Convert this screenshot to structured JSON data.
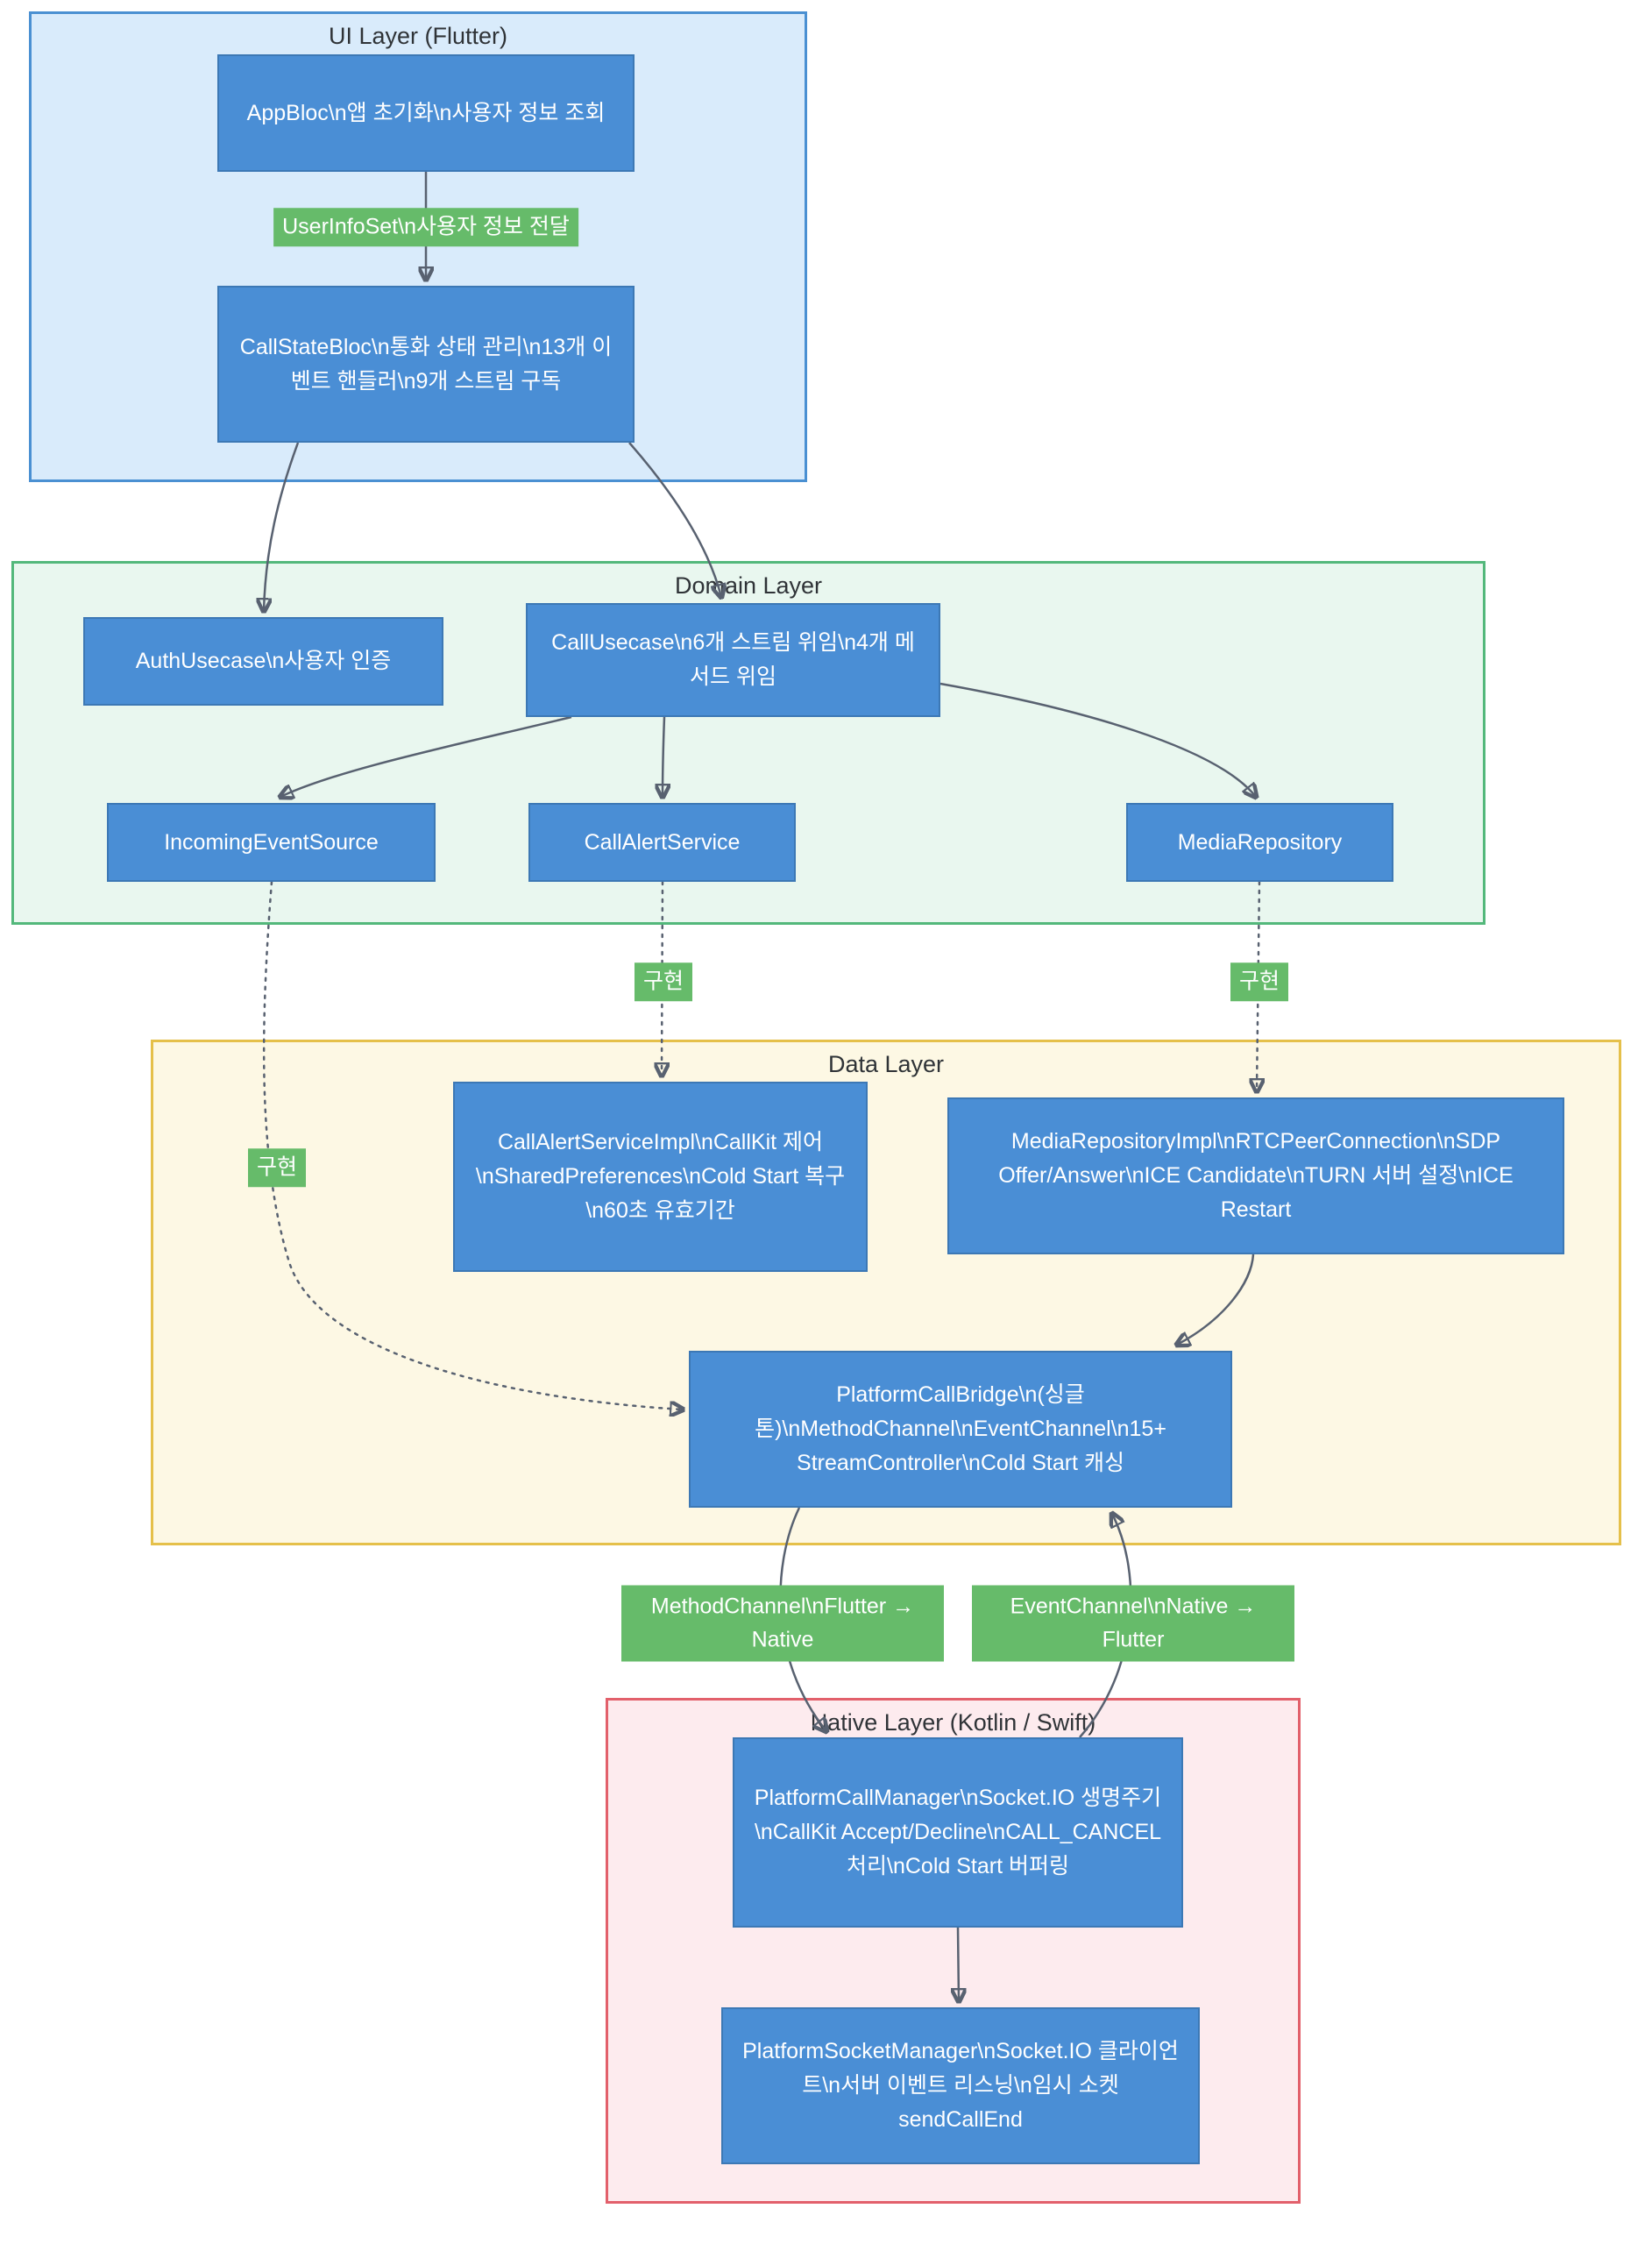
{
  "layers": {
    "ui": {
      "title": "UI Layer (Flutter)"
    },
    "domain": {
      "title": "Domain Layer"
    },
    "data": {
      "title": "Data Layer"
    },
    "native": {
      "title": "Native Layer (Kotlin / Swift)"
    }
  },
  "nodes": {
    "app_bloc": {
      "label": "AppBloc\\n앱 초기화\\n사용자 정보 조회"
    },
    "call_state_bloc": {
      "label": "CallStateBloc\\n통화 상태 관리\\n13개 이벤트 핸들러\\n9개 스트림 구독"
    },
    "auth_usecase": {
      "label": "AuthUsecase\\n사용자 인증"
    },
    "call_usecase": {
      "label": "CallUsecase\\n6개 스트림 위임\\n4개 메서드 위임"
    },
    "incoming_event_source": {
      "label": "IncomingEventSource"
    },
    "call_alert_service": {
      "label": "CallAlertService"
    },
    "media_repository": {
      "label": "MediaRepository"
    },
    "call_alert_service_impl": {
      "label": "CallAlertServiceImpl\\nCallKit 제어\\nSharedPreferences\\nCold Start 복구\\n60초 유효기간"
    },
    "media_repository_impl": {
      "label": "MediaRepositoryImpl\\nRTCPeerConnection\\nSDP Offer/Answer\\nICE Candidate\\nTURN 서버 설정\\nICE Restart"
    },
    "platform_call_bridge": {
      "label": "PlatformCallBridge\\n(싱글톤)\\nMethodChannel\\nEventChannel\\n15+ StreamController\\nCold Start 캐싱"
    },
    "platform_call_manager": {
      "label": "PlatformCallManager\\nSocket.IO 생명주기\\nCallKit Accept/Decline\\nCALL_CANCEL 처리\\nCold Start 버퍼링"
    },
    "platform_socket_manager": {
      "label": "PlatformSocketManager\\nSocket.IO 클라이언트\\n서버 이벤트 리스닝\\n임시 소켓 sendCallEnd"
    }
  },
  "edge_labels": {
    "user_info_set": "UserInfoSet\\n사용자 정보 전달",
    "impl_call_alert": "구현",
    "impl_media_repo": "구현",
    "impl_incoming": "구현",
    "method_channel": "MethodChannel\\nFlutter → Native",
    "event_channel": "EventChannel\\nNative → Flutter"
  },
  "colors": {
    "node_fill": "#4a8ed5",
    "node_border": "#3c78b5",
    "node_text": "#ffffff",
    "edge_label_fill": "#66bb6a",
    "edge_stroke": "#586170",
    "ui_layer_fill": "#d9ebfb",
    "ui_layer_border": "#4a90d2",
    "domain_layer_fill": "#e9f7ef",
    "domain_layer_border": "#53b87b",
    "data_layer_fill": "#fdf8e4",
    "data_layer_border": "#e5c04a",
    "native_layer_fill": "#fdebee",
    "native_layer_border": "#e2606b"
  }
}
